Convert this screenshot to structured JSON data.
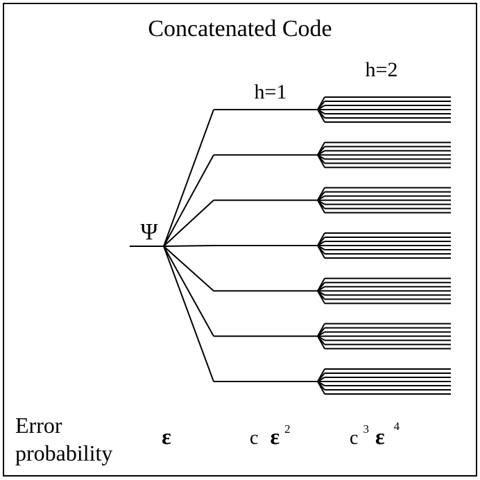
{
  "title": "Concatenated Code",
  "root_label": "Ψ",
  "levels": [
    {
      "label": "h=1",
      "branches": 7
    },
    {
      "label": "h=2",
      "branches_per_node": 7
    }
  ],
  "error_row": {
    "label_line1": "Error",
    "label_line2": "probability",
    "values": [
      {
        "base": "ε",
        "prefix": "",
        "prefix_exp": "",
        "exp": ""
      },
      {
        "base": "ε",
        "prefix": "c",
        "prefix_exp": "",
        "exp": "2"
      },
      {
        "base": "ε",
        "prefix": "c",
        "prefix_exp": "3",
        "exp": "4"
      }
    ]
  },
  "colors": {
    "line": "#000000",
    "background": "#ffffff"
  }
}
